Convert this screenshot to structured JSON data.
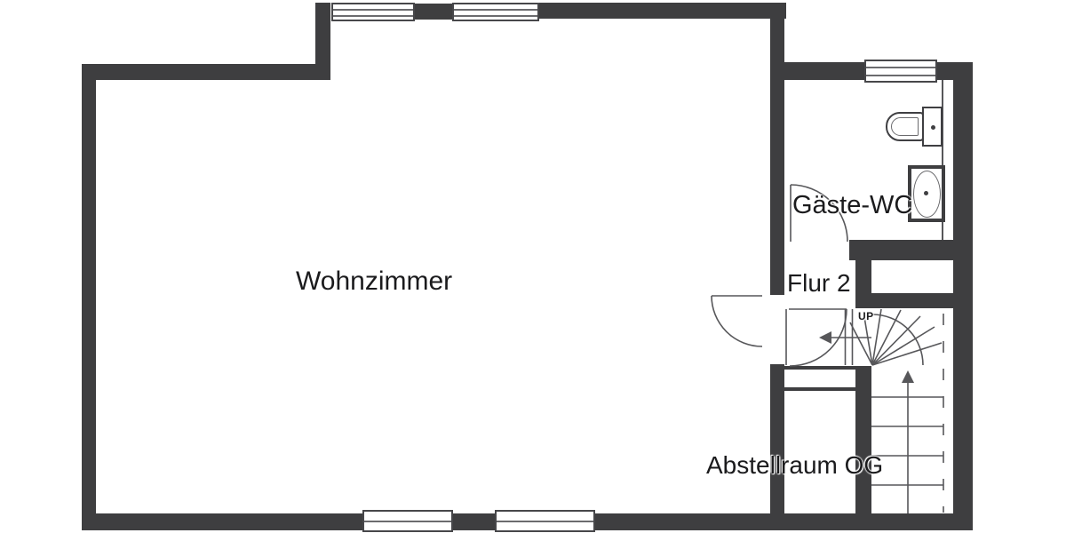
{
  "meta": {
    "title": "Floor plan – upper floor section",
    "type": "architectural-floor-plan"
  },
  "palette": {
    "wall": "#3e3e40",
    "thin_line": "#57575a",
    "text": "#1b1b1d",
    "background": "#ffffff"
  },
  "rooms": [
    {
      "id": "living-room",
      "label": "Wohnzimmer"
    },
    {
      "id": "guest-wc",
      "label": "Gäste-WC"
    },
    {
      "id": "hallway-2",
      "label": "Flur 2"
    },
    {
      "id": "storage-og",
      "label": "Abstellraum OG"
    }
  ],
  "stairs": {
    "direction_label": "UP"
  },
  "fixtures": [
    {
      "id": "toilet",
      "name": "toilet-icon"
    },
    {
      "id": "sink",
      "name": "sink-icon"
    }
  ]
}
